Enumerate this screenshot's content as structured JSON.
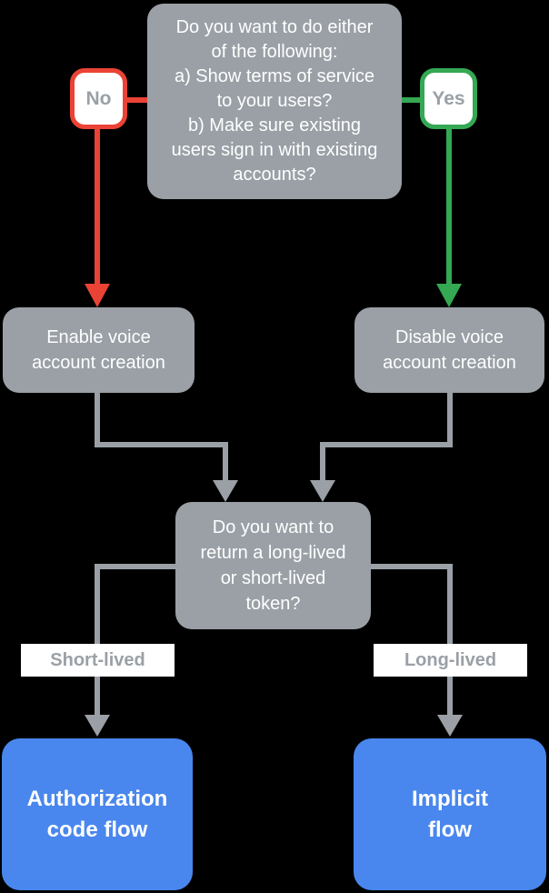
{
  "diagram": {
    "type": "flowchart",
    "background": "#000000",
    "colors": {
      "node_gray": "#9AA0A6",
      "no_branch_red": "#EA4335",
      "yes_branch_green": "#34A853",
      "result_blue": "#4987EE",
      "node_text": "#FFFFFF",
      "label_text": "#9AA0A6",
      "label_background": "#FFFFFF"
    },
    "nodes": {
      "question_terms": {
        "text": "Do you want to do either\nof the following:\na) Show terms of service\nto your users?\nb) Make sure existing\nusers sign in with existing\naccounts?"
      },
      "no_badge": {
        "label": "No"
      },
      "yes_badge": {
        "label": "Yes"
      },
      "enable_voice": {
        "text": "Enable voice\naccount creation"
      },
      "disable_voice": {
        "text": "Disable voice\naccount creation"
      },
      "question_token": {
        "text": "Do you want to\nreturn a long-lived\nor short-lived\ntoken?"
      },
      "short_lived_label": {
        "text": "Short-lived"
      },
      "long_lived_label": {
        "text": "Long-lived"
      },
      "authorization_code_flow": {
        "text": "Authorization\ncode flow"
      },
      "implicit_flow": {
        "text": "Implicit\nflow"
      }
    },
    "edges": [
      {
        "from": "question_terms",
        "via": "no_badge",
        "to": "enable_voice",
        "color": "#EA4335"
      },
      {
        "from": "question_terms",
        "via": "yes_badge",
        "to": "disable_voice",
        "color": "#34A853"
      },
      {
        "from": "enable_voice",
        "to": "question_token",
        "color": "#9AA0A6"
      },
      {
        "from": "disable_voice",
        "to": "question_token",
        "color": "#9AA0A6"
      },
      {
        "from": "question_token",
        "via": "short_lived_label",
        "to": "authorization_code_flow",
        "color": "#9AA0A6"
      },
      {
        "from": "question_token",
        "via": "long_lived_label",
        "to": "implicit_flow",
        "color": "#9AA0A6"
      }
    ]
  }
}
